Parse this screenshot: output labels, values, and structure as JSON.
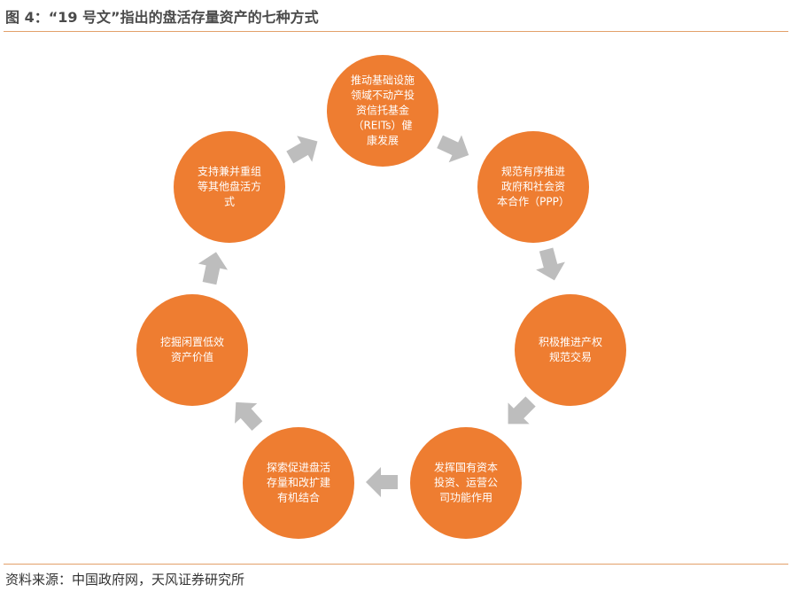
{
  "title": "图 4：“19 号文”指出的盘活存量资产的七种方式",
  "source": "资料来源：中国政府网，天风证券研究所",
  "colors": {
    "node": "#ee7d31",
    "arrow": "#bdbdbd",
    "rule": "#e3a06a"
  },
  "nodes": [
    {
      "lines": [
        "推动基础设施",
        "领域不动产投",
        "资信托基金",
        "（REITs）健",
        "康发展"
      ]
    },
    {
      "lines": [
        "规范有序推进",
        "政府和社会资",
        "本合作（PPP）"
      ]
    },
    {
      "lines": [
        "积极推进产权",
        "规范交易"
      ]
    },
    {
      "lines": [
        "发挥国有资本",
        "投资、运营公",
        "司功能作用"
      ]
    },
    {
      "lines": [
        "探索促进盘活",
        "存量和改扩建",
        "有机结合"
      ]
    },
    {
      "lines": [
        "挖掘闲置低效",
        "资产价值"
      ]
    },
    {
      "lines": [
        "支持兼并重组",
        "等其他盘活方",
        "式"
      ]
    }
  ]
}
